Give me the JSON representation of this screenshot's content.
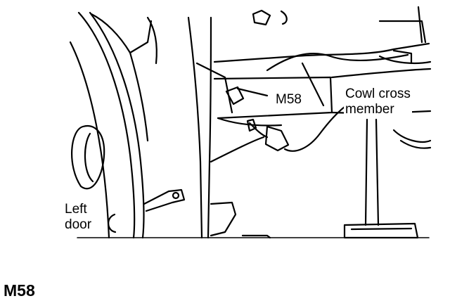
{
  "diagram": {
    "callout_connector": "M58",
    "callout_cowl": [
      "Cowl cross",
      "member"
    ],
    "callout_door": [
      "Left",
      "door"
    ],
    "caption": "M58",
    "line_color": "#000000",
    "background": "#ffffff"
  }
}
